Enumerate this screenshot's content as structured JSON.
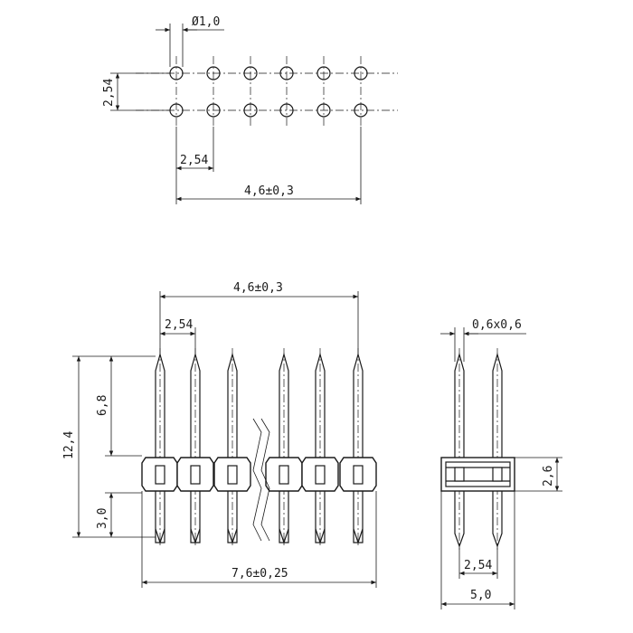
{
  "labels": {
    "hole_diameter": "Ø1,0",
    "row_pitch": "2,54",
    "col_pitch_top": "2,54",
    "span_top": "4,6±0,3",
    "span_front": "4,6±0,3",
    "pitch_front": "2,54",
    "height_total": "12,4",
    "height_upper": "6,8",
    "height_lower": "3,0",
    "length_front": "7,6±0,25",
    "pin_section": "0,6x0,6",
    "holder_height": "2,6",
    "pitch_side": "2,54",
    "width_side": "5,0"
  }
}
